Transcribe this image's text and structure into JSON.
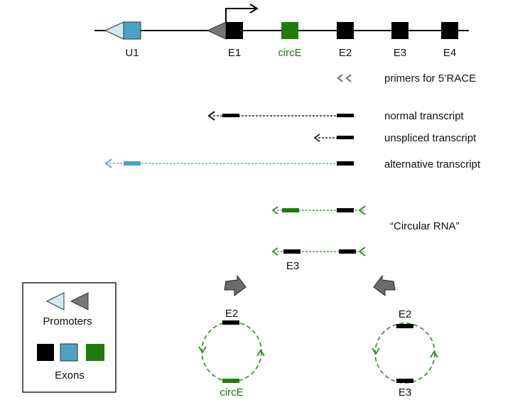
{
  "colors": {
    "black": "#000000",
    "green": "#1e7d0a",
    "blue": "#4aa3c4",
    "light_blue": "#cfeaf3",
    "gray": "#808080",
    "dashed_green": "#2e8b1f",
    "dashed_blue": "#4aa3c4"
  },
  "gene": {
    "exons": [
      {
        "id": "U1",
        "label": "U1",
        "color": "blue"
      },
      {
        "id": "E1",
        "label": "E1",
        "color": "black"
      },
      {
        "id": "circE",
        "label": "circE",
        "color": "green"
      },
      {
        "id": "E2",
        "label": "E2",
        "color": "black"
      },
      {
        "id": "E3",
        "label": "E3",
        "color": "black"
      },
      {
        "id": "E4",
        "label": "E4",
        "color": "black"
      }
    ],
    "promoters": [
      {
        "id": "u1-promoter",
        "color": "light_blue"
      },
      {
        "id": "e1-promoter",
        "color": "gray"
      }
    ]
  },
  "primers_label": "primers for 5’RACE",
  "transcripts": [
    {
      "label": "normal transcript"
    },
    {
      "label": "unspliced transcript"
    },
    {
      "label": "alternative transcript"
    }
  ],
  "circular_rna": {
    "label": "“Circular RNA”",
    "linear_e3_label": "E3",
    "circles": [
      {
        "top_label": "E2",
        "bottom_label": "circE",
        "bottom_color": "green"
      },
      {
        "top_label": "E2",
        "bottom_label": "E3",
        "bottom_color": "black"
      }
    ]
  },
  "legend": {
    "promoters_label": "Promoters",
    "exons_label": "Exons"
  }
}
